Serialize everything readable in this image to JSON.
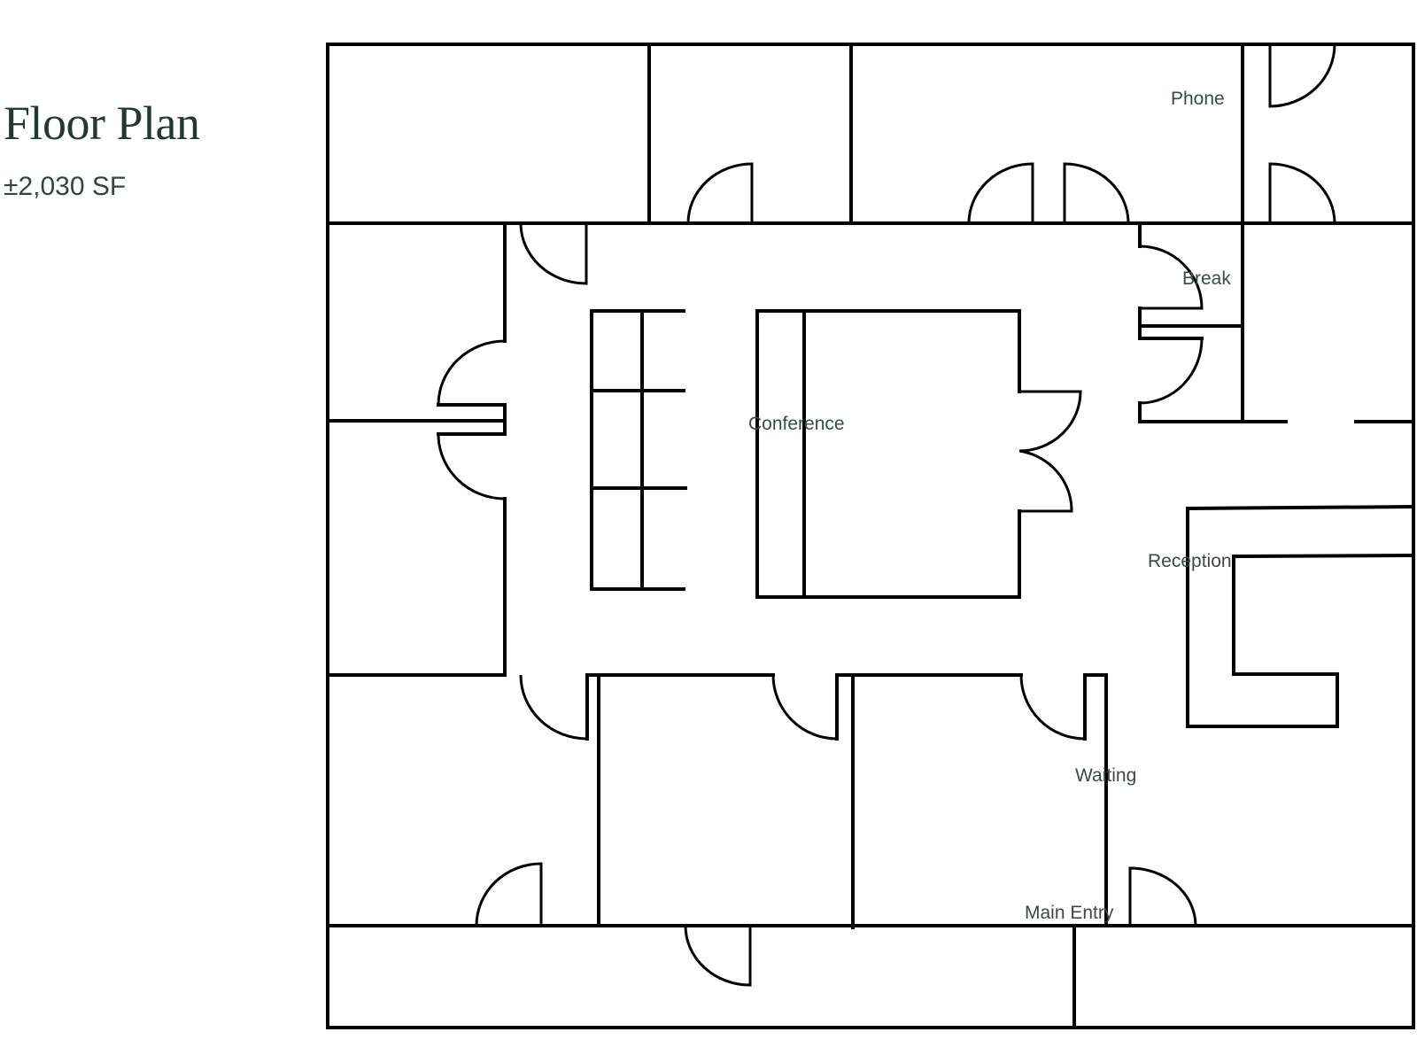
{
  "header": {
    "title": "Floor Plan",
    "area": "±2,030 SF"
  },
  "rooms": {
    "phone": "Phone",
    "break": "Break",
    "conference": "Conference",
    "reception": "Reception",
    "waiting": "Waiting",
    "main_entry": "Main Entry"
  }
}
